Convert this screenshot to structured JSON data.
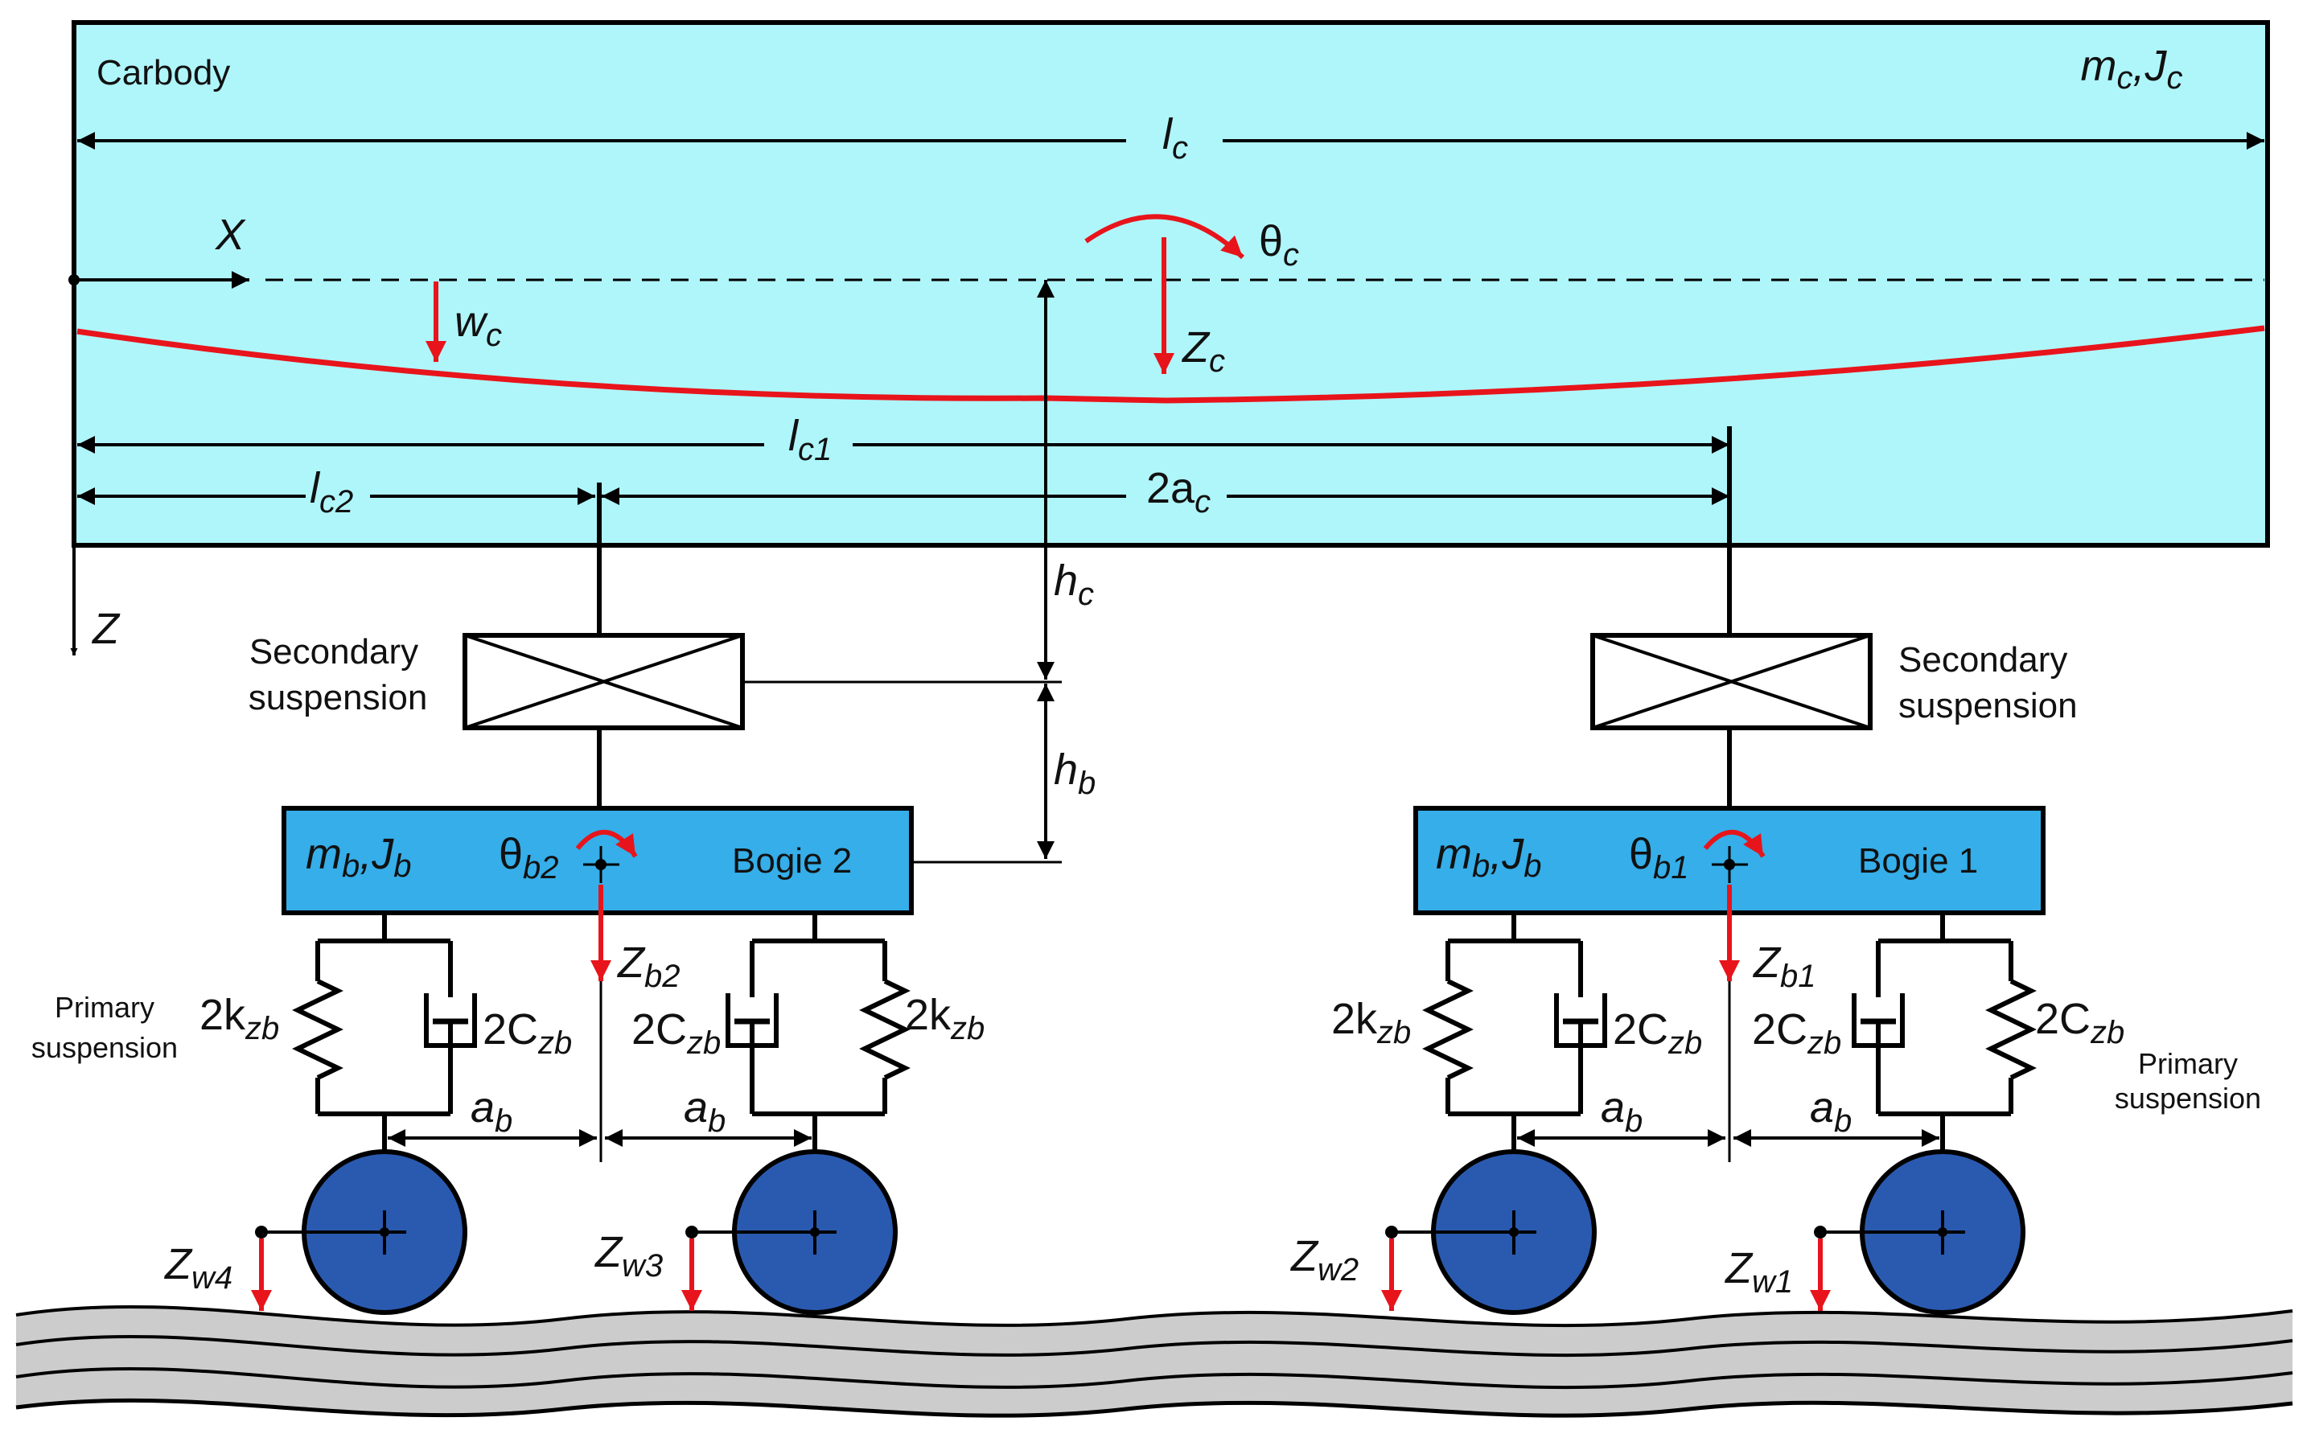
{
  "colors": {
    "carbody": "#aff6fb",
    "bogie": "#35aee9",
    "wheel": "#2a5ab0",
    "motion": "#e8141b",
    "track": "#cccccc"
  },
  "carbody": {
    "name": "Carbody",
    "mass": "m",
    "mass_sub": "c",
    "inertia": "J",
    "inertia_sub": "c",
    "length": "l",
    "length_sub": "c",
    "axis_x": "X",
    "axis_z": "Z",
    "pitch": "θ",
    "pitch_sub": "c",
    "bounce": "Z",
    "bounce_sub": "c",
    "deflection": "w",
    "deflection_sub": "c",
    "l1": "l",
    "l1_sub": "c1",
    "l2": "l",
    "l2_sub": "c2",
    "span": "2a",
    "span_sub": "c",
    "h": "h",
    "h_sub": "c"
  },
  "bogie2": {
    "name": "Bogie 2",
    "mass": "m",
    "mass_sub": "b",
    "inertia": "J",
    "inertia_sub": "b",
    "pitch": "θ",
    "pitch_sub": "b2",
    "bounce": "Z",
    "bounce_sub": "b2"
  },
  "bogie1": {
    "name": "Bogie 1",
    "mass": "m",
    "mass_sub": "b",
    "inertia": "J",
    "inertia_sub": "b",
    "pitch": "θ",
    "pitch_sub": "b1",
    "bounce": "Z",
    "bounce_sub": "b1"
  },
  "bogie_h": {
    "sym": "h",
    "sub": "b"
  },
  "secondary": {
    "line1": "Secondary",
    "line2": "suspension"
  },
  "primary": {
    "line1": "Primary",
    "line2": "suspension"
  },
  "spring": {
    "coef": "2k",
    "sub": "zb"
  },
  "damper": {
    "coef": "2C",
    "sub": "zb"
  },
  "wheelbase": {
    "sym": "a",
    "sub": "b"
  },
  "wheels": [
    {
      "sym": "Z",
      "sub": "w4"
    },
    {
      "sym": "Z",
      "sub": "w3"
    },
    {
      "sym": "Z",
      "sub": "w2"
    },
    {
      "sym": "Z",
      "sub": "w1"
    }
  ]
}
